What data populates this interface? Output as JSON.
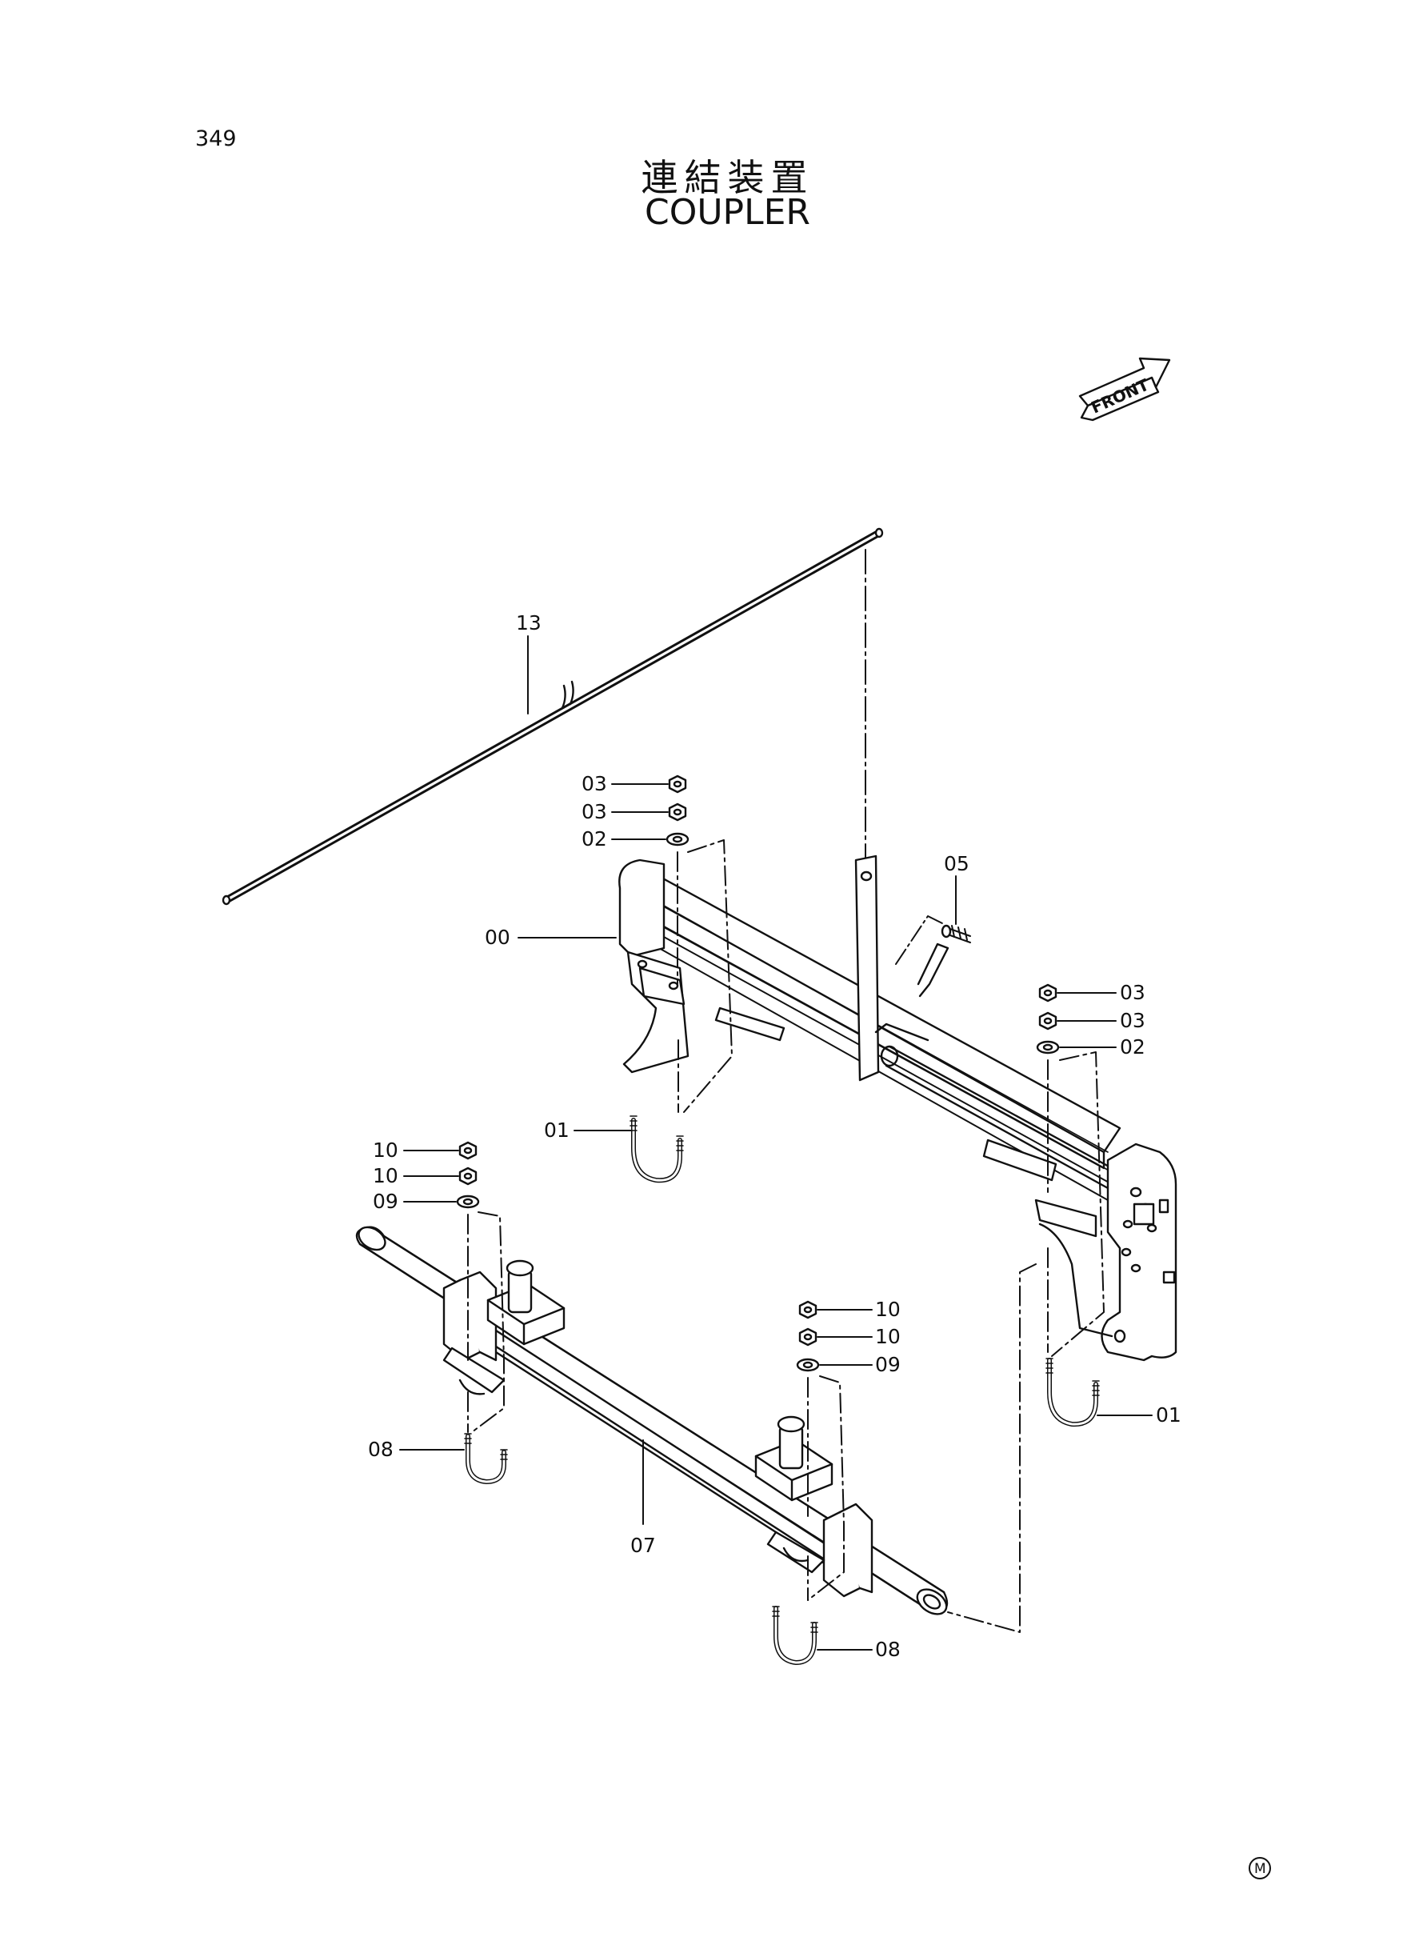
{
  "page_number": "349",
  "title": {
    "japanese": "連結装置",
    "english": "COUPLER"
  },
  "front_indicator": "FRONT",
  "maker_mark": "M",
  "callouts": {
    "c13": "13",
    "c03a": "03",
    "c03b": "03",
    "c02a": "02",
    "c00": "00",
    "c05": "05",
    "c03c": "03",
    "c03d": "03",
    "c02b": "02",
    "c01a": "01",
    "c01b": "01",
    "c10a": "10",
    "c10b": "10",
    "c09a": "09",
    "c10c": "10",
    "c10d": "10",
    "c09b": "09",
    "c08a": "08",
    "c07": "07",
    "c08b": "08"
  }
}
